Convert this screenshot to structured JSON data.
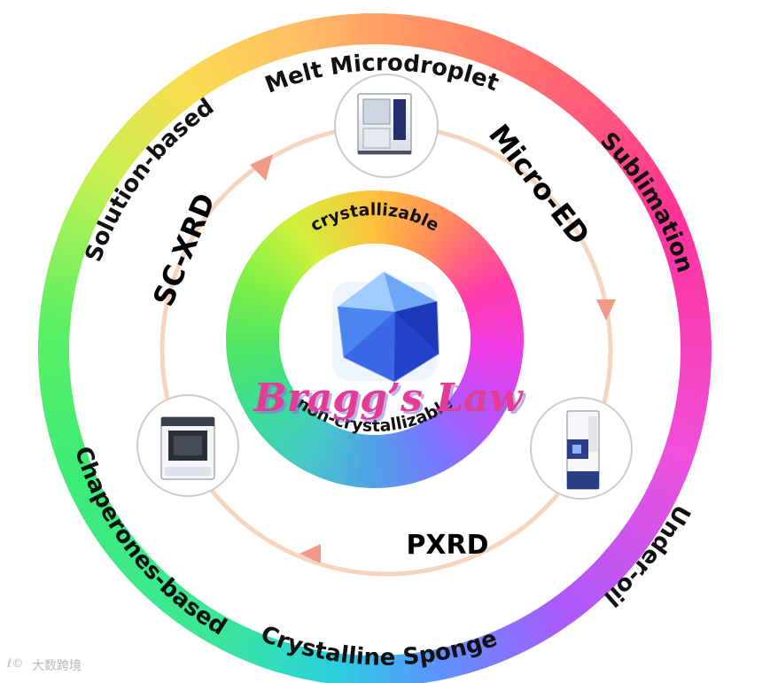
{
  "outer_ring": {
    "labels": [
      {
        "id": "melt",
        "text": "Melt Microdroplet"
      },
      {
        "id": "sublimation",
        "text": "Sublimation"
      },
      {
        "id": "underoil",
        "text": "Under-oil"
      },
      {
        "id": "sponge",
        "text": "Crystalline Sponge"
      },
      {
        "id": "chaperones",
        "text": "Chaperones-based"
      },
      {
        "id": "solution",
        "text": "Solution-based"
      }
    ]
  },
  "methods": {
    "microed": "Micro-ED",
    "pxrd": "PXRD",
    "scxrd": "SC-XRD"
  },
  "inner_ring": {
    "top": "crystallizable",
    "bottom": "non-crystallizable"
  },
  "center": {
    "title": "Bragg’s Law"
  },
  "watermark": {
    "text": "大数跨境",
    "logo": "ℓ©"
  },
  "colors": {
    "cycle_arc": "#f6d5bf",
    "cycle_arrow": "#f29a8a",
    "bragg_pink": "#e23c97",
    "bragg_shadow": "#8a6fe0",
    "crystal_dark": "#1f3fd8",
    "crystal_mid": "#3f7cf2",
    "crystal_light": "#8ec4ff"
  }
}
